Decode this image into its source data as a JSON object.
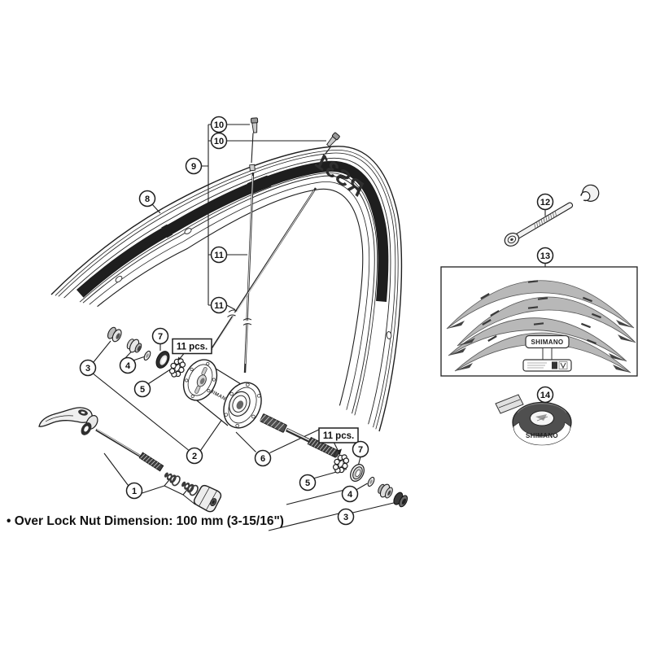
{
  "diagram": {
    "footnote": "• Over Lock Nut Dimension: 100 mm (3-15/16\")",
    "quantity_labels": {
      "left": "11 pcs.",
      "right": "11 pcs."
    },
    "brand": {
      "hub": "SHIMANO",
      "rim_decal_mirrored": "RS31",
      "decal_sheet_label": "SHIMANO",
      "rim_tape": "SHIMANO"
    },
    "callouts": [
      {
        "n": "10"
      },
      {
        "n": "10"
      },
      {
        "n": "9"
      },
      {
        "n": "8"
      },
      {
        "n": "11"
      },
      {
        "n": "11"
      },
      {
        "n": "7"
      },
      {
        "n": "3"
      },
      {
        "n": "4"
      },
      {
        "n": "5"
      },
      {
        "n": "2"
      },
      {
        "n": "1"
      },
      {
        "n": "6"
      },
      {
        "n": "5"
      },
      {
        "n": "7"
      },
      {
        "n": "4"
      },
      {
        "n": "3"
      },
      {
        "n": "12"
      },
      {
        "n": "13"
      },
      {
        "n": "14"
      }
    ]
  }
}
